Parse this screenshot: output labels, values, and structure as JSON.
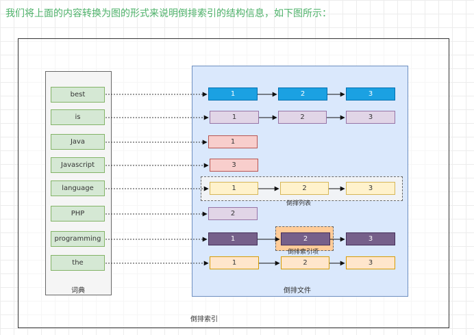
{
  "caption": "我们将上面的内容转换为图的形式来说明倒排索引的结构信息，如下图所示：",
  "labels": {
    "dictionary": "词典",
    "inverted_file": "倒排文件",
    "inverted_index": "倒排索引",
    "posting_list": "倒排列表",
    "posting_item": "倒排索引项"
  },
  "terms": [
    "best",
    "is",
    "Java",
    "Javascript",
    "language",
    "PHP",
    "programming",
    "the"
  ],
  "postings": [
    [
      "1",
      "2",
      "3"
    ],
    [
      "1",
      "2",
      "3"
    ],
    [
      "1"
    ],
    [
      "3"
    ],
    [
      "1",
      "2",
      "3"
    ],
    [
      "2"
    ],
    [
      "1",
      "2",
      "3"
    ],
    [
      "1",
      "2",
      "3"
    ]
  ],
  "colors": {
    "caption": "#4eb26a",
    "term_fill": "#d5e8d4",
    "term_stroke": "#82b366",
    "file_fill": "#dae8fc",
    "row_best": "#1ba1e2",
    "row_is": "#e1d5e7",
    "row_java": "#f8cecc",
    "row_javascript": "#f8cecc",
    "row_language": "#fff2cc",
    "row_php": "#e1d5e7",
    "row_programming": "#76608a",
    "row_programming_highlight": "#ffcc99",
    "row_the": "#ffe6cc"
  }
}
